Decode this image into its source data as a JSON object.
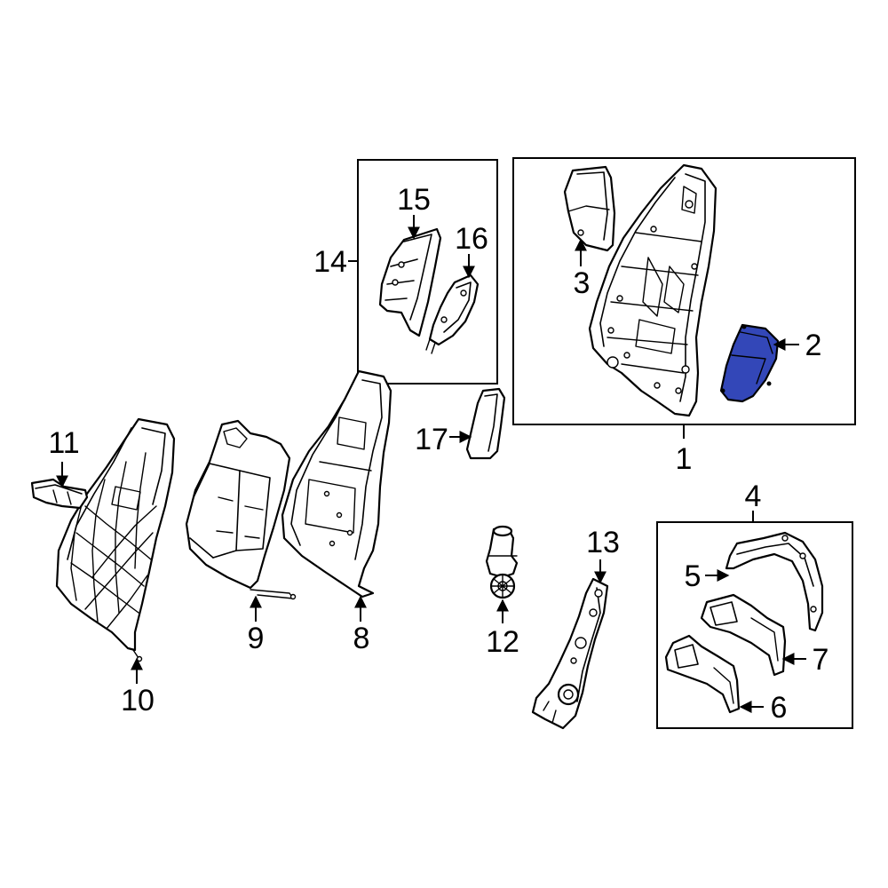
{
  "callouts": {
    "c1": "1",
    "c2": "2",
    "c3": "3",
    "c4": "4",
    "c5": "5",
    "c6": "6",
    "c7": "7",
    "c8": "8",
    "c9": "9",
    "c10": "10",
    "c11": "11",
    "c12": "12",
    "c13": "13",
    "c14": "14",
    "c15": "15",
    "c16": "16",
    "c17": "17"
  },
  "colors": {
    "highlight": "#3347b8",
    "highlight_dark": "#1f2f8f",
    "line": "#000000",
    "background": "#ffffff"
  }
}
